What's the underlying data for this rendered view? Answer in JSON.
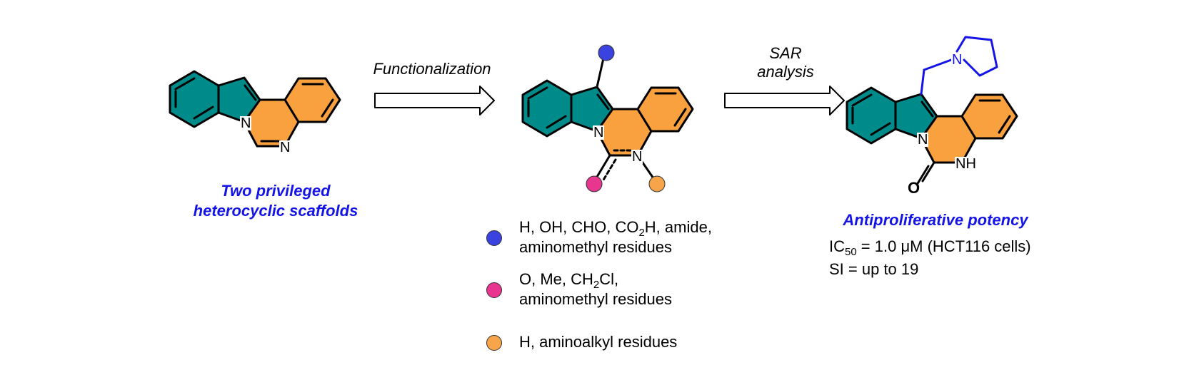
{
  "colors": {
    "teal_ring": "#008b8b",
    "orange_ring": "#f9a03f",
    "caption_blue": "#1414e6",
    "pyrrolidine_blue": "#1414e6",
    "dot_blue": "#3a43e0",
    "dot_pink": "#e8358f",
    "dot_orange": "#f7a44a"
  },
  "structure1": {
    "atom_n1": "N",
    "atom_n2": "N",
    "caption_line1": "Two privileged",
    "caption_line2": "heterocyclic scaffolds"
  },
  "arrow1": {
    "label": "Functionalization"
  },
  "structure2": {
    "atom_n1": "N",
    "atom_n2": "N"
  },
  "legend": [
    {
      "dot_color": "blue",
      "line1_parts": [
        "H, OH, CHO, CO",
        "2",
        "H, amide,"
      ],
      "line2": "aminomethyl residues"
    },
    {
      "dot_color": "pink",
      "line1_parts": [
        "O, Me, CH",
        "2",
        "Cl,"
      ],
      "line2": "aminomethyl residues"
    },
    {
      "dot_color": "orange",
      "line1": "H, aminoalkyl residues"
    }
  ],
  "arrow2": {
    "label_line1": "SAR",
    "label_line2": "analysis"
  },
  "structure3": {
    "atom_n_ring": "N",
    "atom_nh": "NH",
    "atom_o": "O",
    "atom_n_pyrrolidine": "N",
    "caption": "Antiproliferative potency"
  },
  "stats": {
    "ic_prefix": "IC",
    "ic_sub": "50",
    "ic_rest": " = 1.0 μM (HCT116 cells)",
    "si": "SI = up to 19"
  }
}
